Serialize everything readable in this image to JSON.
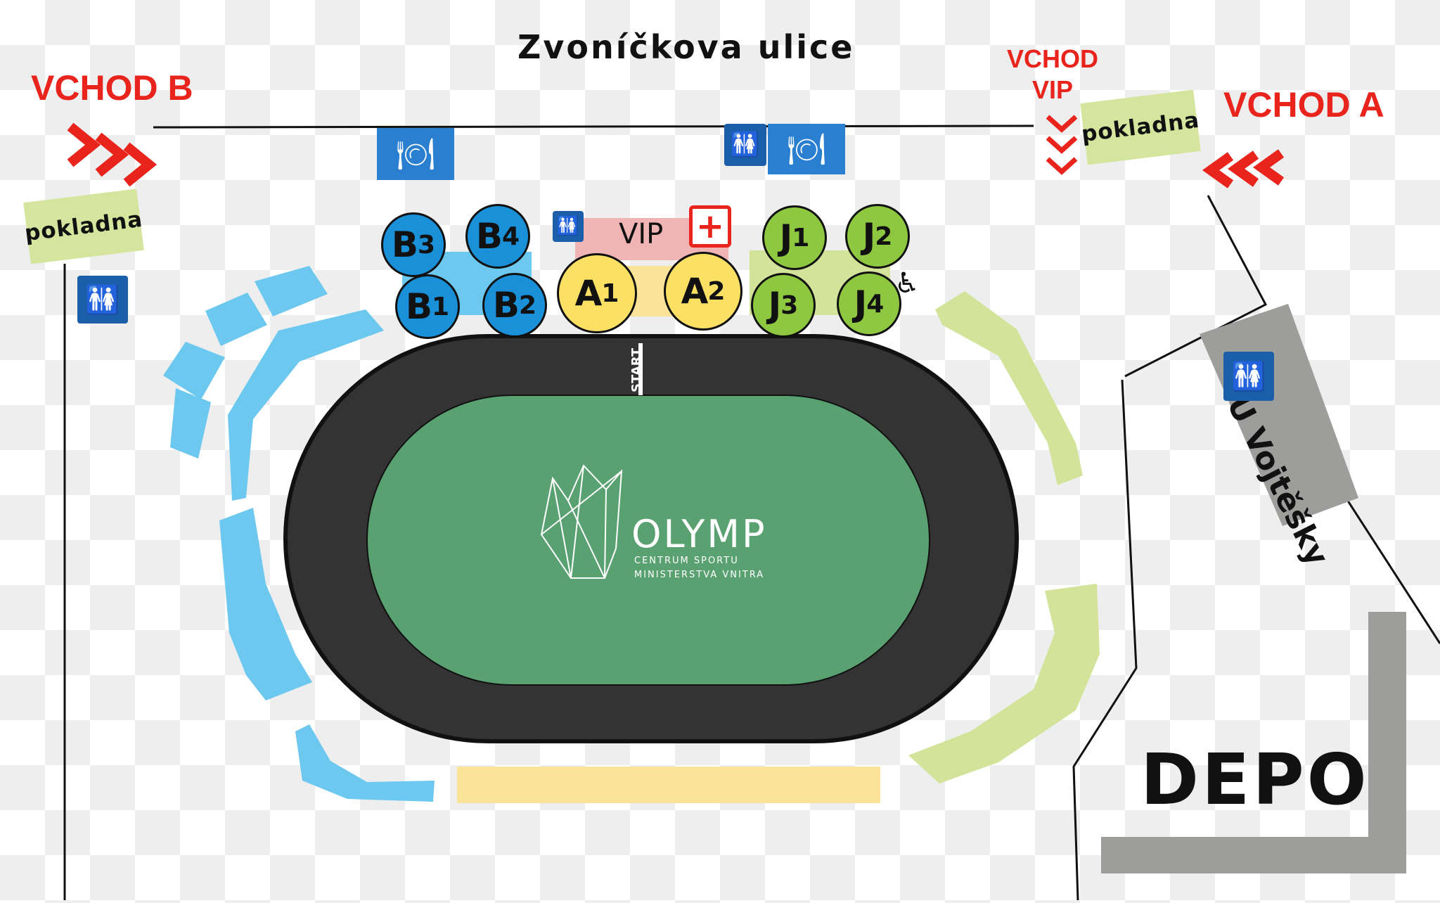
{
  "streets": {
    "top": "Zvoníčkova ulice",
    "side": "U Vojtěšky"
  },
  "entrances": {
    "b": "VCHOD B",
    "a": "VCHOD A",
    "vip": "VCHOD\nVIP"
  },
  "ticket_office": "pokladna",
  "vip_area": "VIP",
  "start": "START",
  "depot": "DEPO",
  "venue": {
    "name": "OLYMP",
    "sub1": "CENTRUM SPORTU",
    "sub2": "MINISTERSTVA VNITRA"
  },
  "sectors": [
    {
      "letter": "B",
      "num": "3",
      "group": "blue"
    },
    {
      "letter": "B",
      "num": "4",
      "group": "blue"
    },
    {
      "letter": "B",
      "num": "1",
      "group": "blue"
    },
    {
      "letter": "B",
      "num": "2",
      "group": "blue"
    },
    {
      "letter": "A",
      "num": "1",
      "group": "yellow"
    },
    {
      "letter": "A",
      "num": "2",
      "group": "yellow"
    },
    {
      "letter": "J",
      "num": "1",
      "group": "green"
    },
    {
      "letter": "J",
      "num": "2",
      "group": "green"
    },
    {
      "letter": "J",
      "num": "3",
      "group": "green"
    },
    {
      "letter": "J",
      "num": "4",
      "group": "green"
    }
  ],
  "icons": [
    "restroom-icon",
    "restaurant-icon",
    "first-aid-icon",
    "wheelchair-icon",
    "arrow-icon"
  ],
  "colors": {
    "blue_sector": "#6cc8ef",
    "yellow_sector": "#fbe49a",
    "green_sector": "#d3e49a",
    "track": "#333333",
    "field": "#5aa172",
    "entrance_red": "#e8241c",
    "depot_gray": "#9d9d9b",
    "vip_pink": "#f1b4b4",
    "ticket_green": "#d6e59d",
    "icon_blue": "#1a5fa8"
  }
}
